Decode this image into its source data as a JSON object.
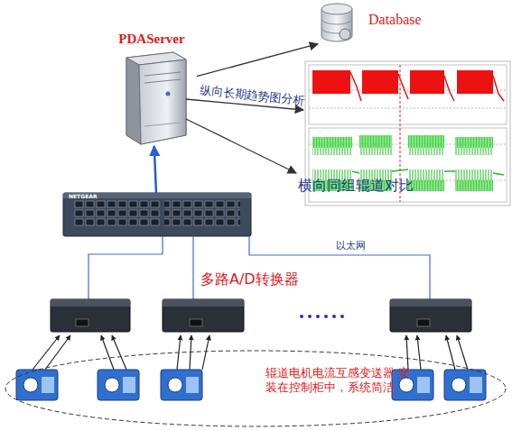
{
  "diagram": {
    "nodes": [
      {
        "text": [
          "Database"
        ]
      },
      {
        "text": [
          "PDAServer"
        ]
      },
      {
        "text": [
          "NETGEAR"
        ]
      },
      {
        "text": [
          "辊道电机电流互感变送器 安装在控制柜中，系统简洁"
        ]
      }
    ],
    "edges": [
      {
        "from": 1,
        "to": 0,
        "arrow": "to"
      },
      {
        "from": 2,
        "to": 1,
        "arrow": "to"
      }
    ],
    "labels": [
      "纵向长期趋势图分析",
      "横向同组辊道对比",
      "以太网",
      "多路A/D转换器"
    ]
  }
}
